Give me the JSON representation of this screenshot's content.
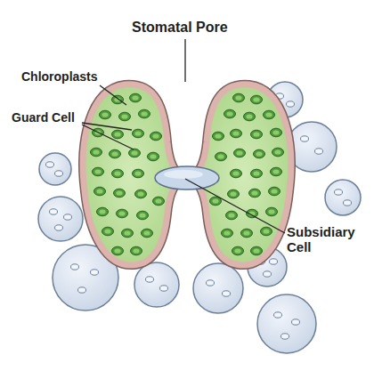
{
  "diagram": {
    "labels": [
      "Stomatal Pore",
      "Chloroplasts",
      "Guard Cell",
      "Subsidiary Cell"
    ]
  }
}
